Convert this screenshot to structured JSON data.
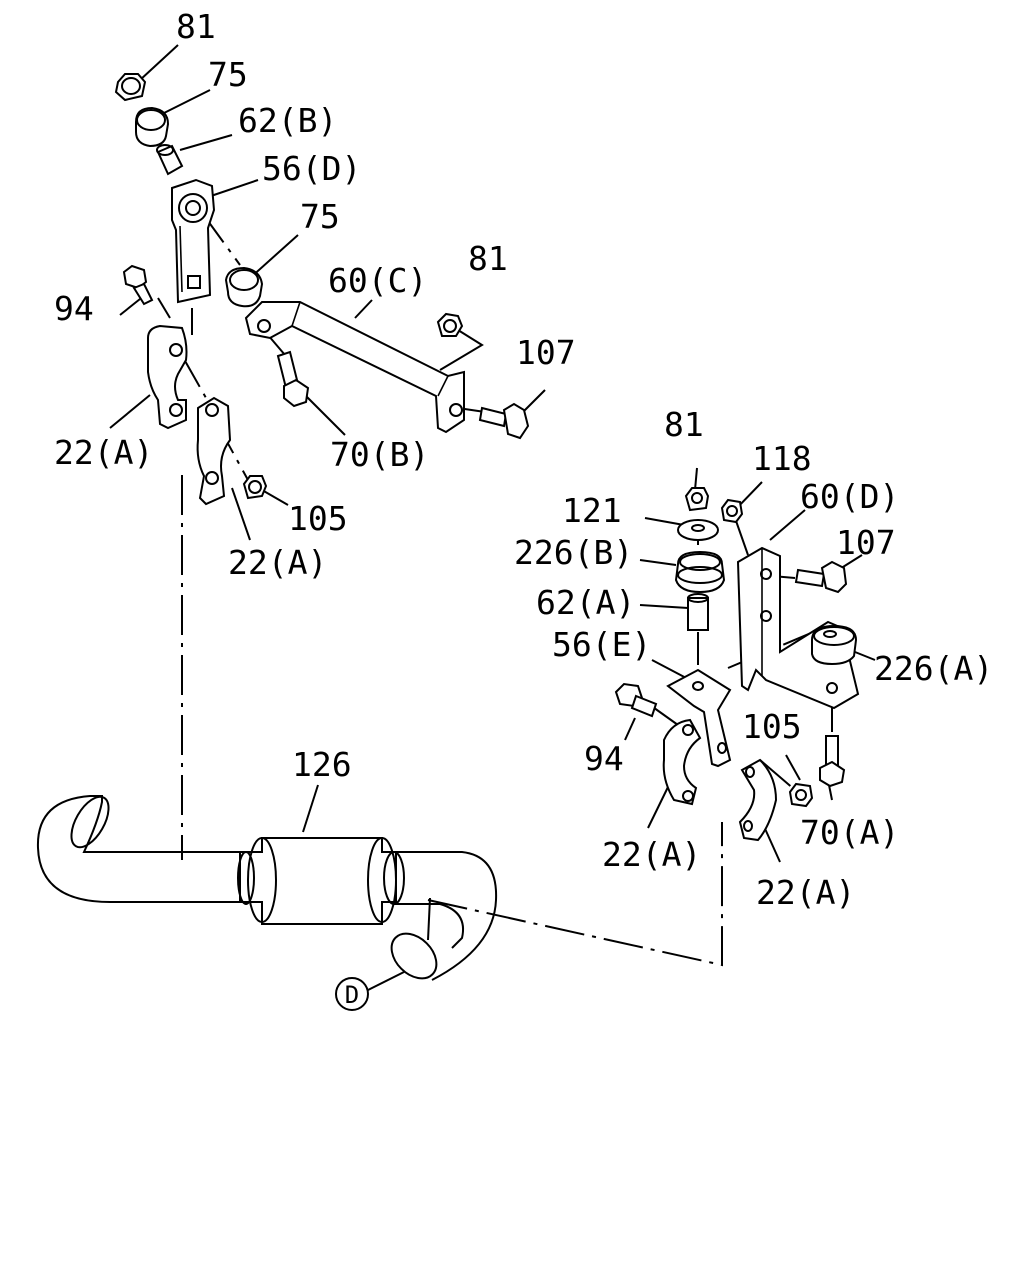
{
  "diagram": {
    "labels": {
      "p81_top": "81",
      "p75_top": "75",
      "p62b": "62(B)",
      "p56d": "56(D)",
      "p75_mid": "75",
      "p60c": "60(C)",
      "p81_mid": "81",
      "p107_top": "107",
      "p94_top": "94",
      "p22a_left1": "22(A)",
      "p70b": "70(B)",
      "p105_top": "105",
      "p22a_left2": "22(A)",
      "p81_right": "81",
      "p118": "118",
      "p60d": "60(D)",
      "p121": "121",
      "p107_right": "107",
      "p226b": "226(B)",
      "p62a": "62(A)",
      "p56e": "56(E)",
      "p226a": "226(A)",
      "p94_right": "94",
      "p105_right": "105",
      "p70a": "70(A)",
      "p22a_right1": "22(A)",
      "p22a_right2": "22(A)",
      "p126": "126",
      "pD": "D"
    }
  }
}
